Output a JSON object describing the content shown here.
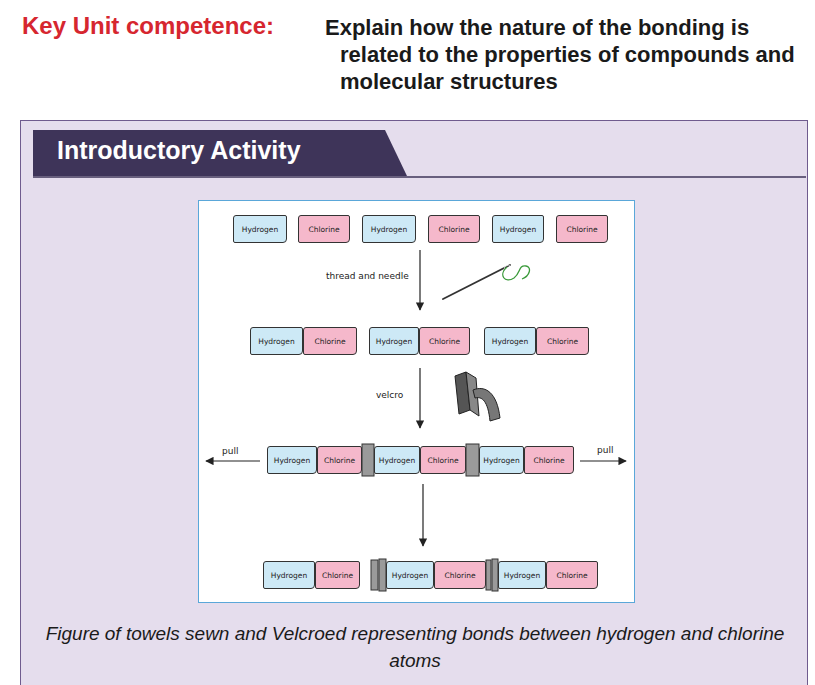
{
  "diagram": {
    "title": "Introductory Activity",
    "caption": "Figure of towels sewn and Velcroed representing bonds between hydrogen and chlorine atoms",
    "nodes": [
      {
        "text": [
          "Hydrogen"
        ]
      },
      {
        "text": [
          "Chlorine"
        ]
      },
      {
        "text": [
          "Hydrogen"
        ]
      },
      {
        "text": [
          "Chlorine"
        ]
      },
      {
        "text": [
          "Hydrogen"
        ]
      },
      {
        "text": [
          "Chlorine"
        ]
      },
      {
        "text": [
          "Hydrogen"
        ]
      },
      {
        "text": [
          "Chlorine"
        ]
      },
      {
        "text": [
          "Hydrogen"
        ]
      },
      {
        "text": [
          "Chlorine"
        ]
      },
      {
        "text": [
          "Hydrogen"
        ]
      },
      {
        "text": [
          "Chlorine"
        ]
      },
      {
        "text": [
          "Hydrogen"
        ]
      },
      {
        "text": [
          "Chlorine"
        ]
      },
      {
        "text": [
          "Hydrogen"
        ]
      },
      {
        "text": [
          "Chlorine"
        ]
      },
      {
        "text": [
          "Hydrogen"
        ]
      },
      {
        "text": [
          "Chlorine"
        ]
      },
      {
        "text": [
          "Hydrogen"
        ]
      },
      {
        "text": [
          "Chlorine"
        ]
      },
      {
        "text": [
          "Hydrogen"
        ]
      },
      {
        "text": [
          "Chlorine"
        ]
      },
      {
        "text": [
          "Hydrogen"
        ]
      },
      {
        "text": [
          "Chlorine"
        ]
      }
    ],
    "labels": [
      "Key Unit competence:",
      "Explain how the nature of the bonding is related to the properties of compounds and molecular structures",
      "thread and needle",
      "velcro",
      "pull",
      "pull"
    ]
  }
}
